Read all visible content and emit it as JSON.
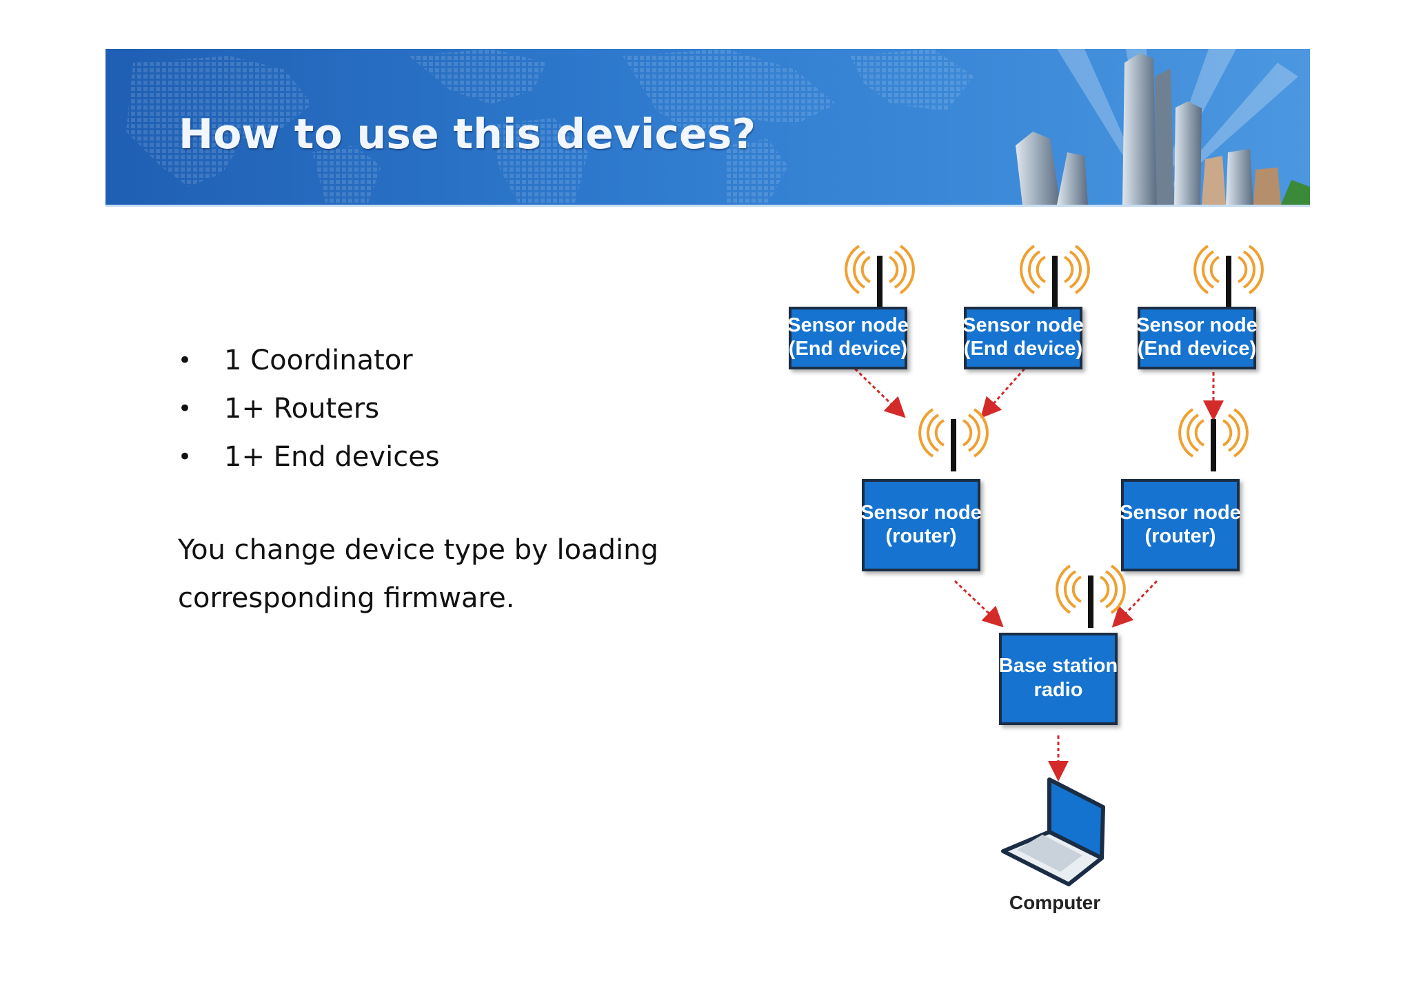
{
  "slide": {
    "title": "How to use this devices?",
    "bullets": [
      "1 Coordinator",
      "1+ Routers",
      "1+ End devices"
    ],
    "paragraph": "You change device type by loading corresponding firmware."
  },
  "diagram": {
    "nodes": [
      {
        "id": "end1",
        "line1": "Sensor node",
        "line2": "(End device)"
      },
      {
        "id": "end2",
        "line1": "Sensor node",
        "line2": "(End device)"
      },
      {
        "id": "end3",
        "line1": "Sensor node",
        "line2": "(End device)"
      },
      {
        "id": "router1",
        "line1": "Sensor node",
        "line2": "(router)"
      },
      {
        "id": "router2",
        "line1": "Sensor node",
        "line2": "(router)"
      },
      {
        "id": "base",
        "line1": "Base station",
        "line2": "radio"
      }
    ],
    "computer_label": "Computer",
    "colors": {
      "node_fill": "#1473cf",
      "node_border": "#1b2d45",
      "arrow": "#d42a2a",
      "signal": "#f0a030",
      "banner": "#2d78cc"
    }
  }
}
